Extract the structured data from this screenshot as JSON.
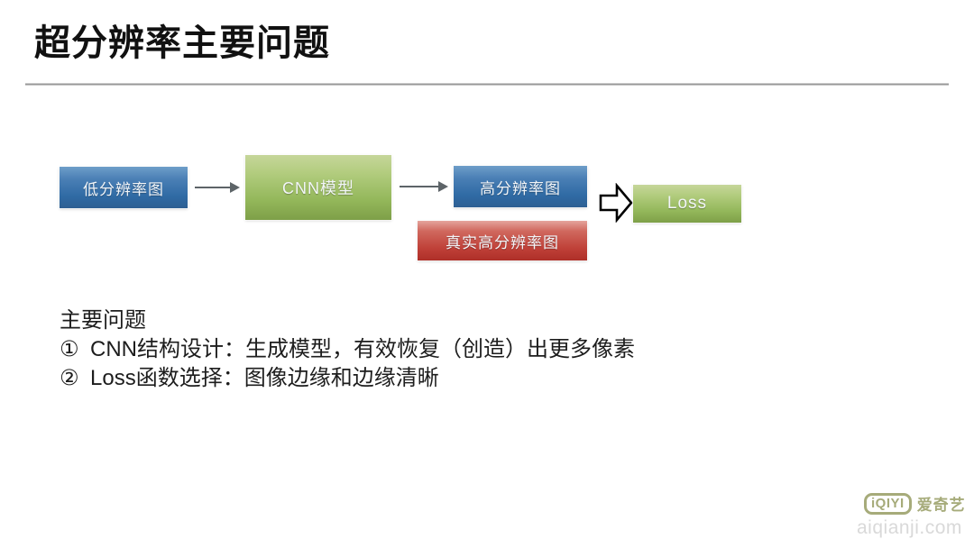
{
  "slide": {
    "title": "超分辨率主要问题",
    "background_color": "#ffffff"
  },
  "diagram": {
    "nodes": [
      {
        "id": "lowres",
        "label": "低分辨率图",
        "color": "#3a72ab",
        "shape": "rectangle"
      },
      {
        "id": "cnn",
        "label": "CNN模型",
        "color": "#93b75a",
        "shape": "rectangle"
      },
      {
        "id": "highres",
        "label": "高分辨率图",
        "color": "#3a72ab",
        "shape": "rectangle"
      },
      {
        "id": "gt",
        "label": "真实高分辨率图",
        "color": "#bf4038",
        "shape": "rectangle"
      },
      {
        "id": "loss",
        "label": "Loss",
        "color": "#93b75a",
        "shape": "rectangle"
      }
    ],
    "connectors": [
      {
        "id": "c1",
        "from": "lowres",
        "to": "cnn",
        "style": "thin-arrow",
        "color": "#5d6468"
      },
      {
        "id": "c2",
        "from": "cnn",
        "to": "highres",
        "style": "thin-arrow",
        "color": "#5d6468"
      },
      {
        "id": "c3",
        "from": "highres",
        "to": "loss",
        "style": "block-arrow",
        "color": "#000000"
      }
    ]
  },
  "body": {
    "heading": "主要问题",
    "items": [
      {
        "marker": "①",
        "text": "CNN结构设计：生成模型，有效恢复（创造）出更多像素"
      },
      {
        "marker": "②",
        "text": "Loss函数选择：图像边缘和边缘清晰"
      }
    ]
  },
  "branding": {
    "logo_mark": "iQIYI",
    "logo_text": "爱奇艺",
    "logo_color": "#a6ab7a",
    "watermark": "aiqianji.com",
    "watermark_color": "#d9d9d9"
  }
}
